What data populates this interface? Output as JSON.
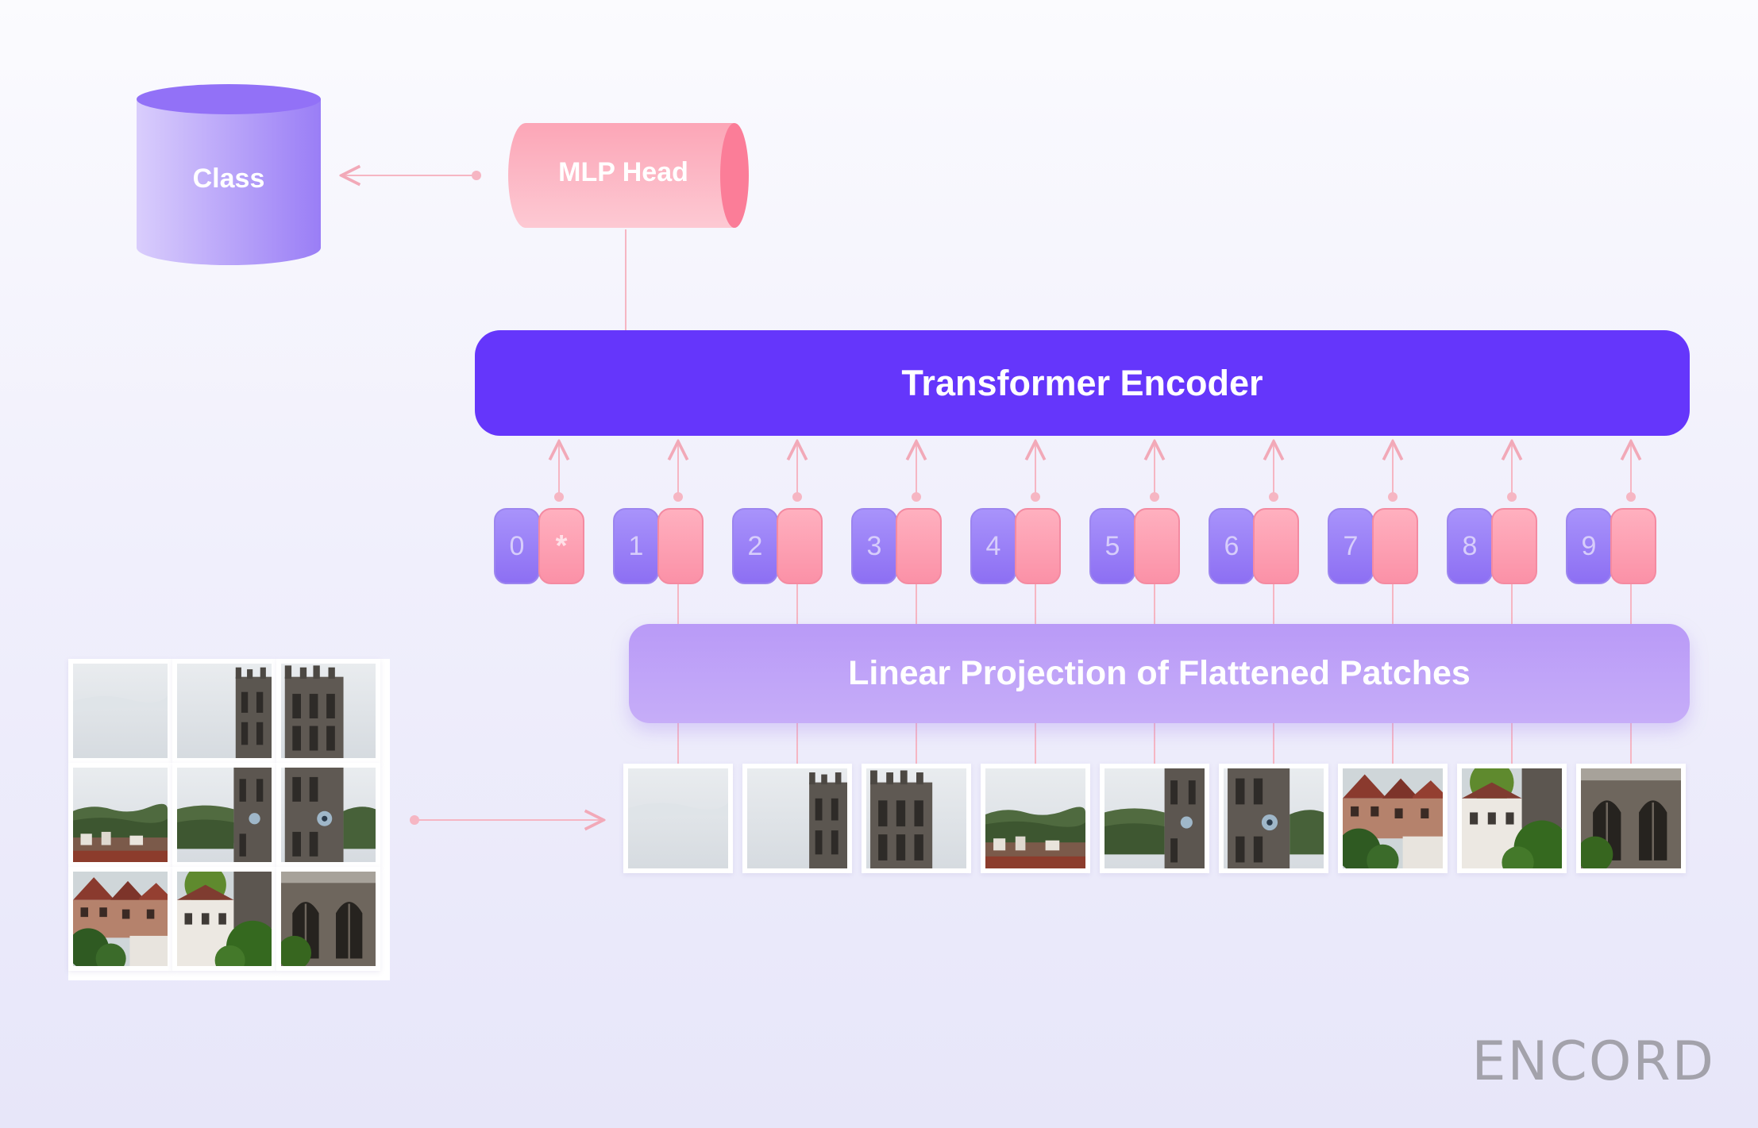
{
  "diagram": {
    "class_label": "Class",
    "mlp_head_label": "MLP Head",
    "transformer_encoder_label": "Transformer Encoder",
    "linear_projection_label": "Linear Projection of Flattened Patches",
    "tokens": [
      {
        "position": "0",
        "embedding": "*"
      },
      {
        "position": "1",
        "embedding": ""
      },
      {
        "position": "2",
        "embedding": ""
      },
      {
        "position": "3",
        "embedding": ""
      },
      {
        "position": "4",
        "embedding": ""
      },
      {
        "position": "5",
        "embedding": ""
      },
      {
        "position": "6",
        "embedding": ""
      },
      {
        "position": "7",
        "embedding": ""
      },
      {
        "position": "8",
        "embedding": ""
      },
      {
        "position": "9",
        "embedding": ""
      }
    ],
    "image_patches": [
      "sky",
      "sky-tower-left",
      "tower-top",
      "treeline-town",
      "treeline-tower-left",
      "tower-clock",
      "rooftops",
      "trees-houses",
      "church-window"
    ],
    "colors": {
      "class_cylinder": "#a48cf6",
      "mlp_head": "#fca5b6",
      "transformer_encoder": "#6536fb",
      "linear_projection": "#bea2f7",
      "connector": "#f6b6c3"
    }
  },
  "brand": {
    "logo_text": "ENCORD"
  }
}
